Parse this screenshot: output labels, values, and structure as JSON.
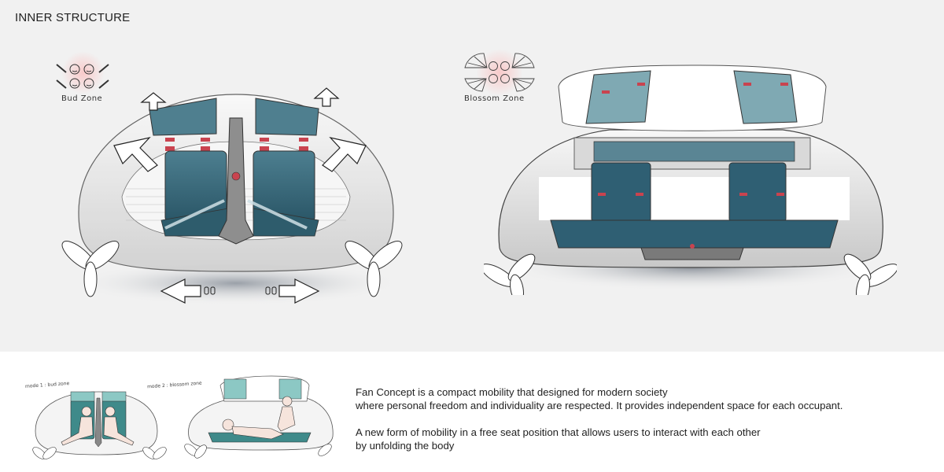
{
  "header": {
    "title": "INNER STRUCTURE"
  },
  "zones": [
    {
      "id": "bud",
      "label": "Bud Zone",
      "icon": "four-faces-with-fans-closed-icon"
    },
    {
      "id": "blossom",
      "label": "Blossom Zone",
      "icon": "four-faces-with-fans-open-icon"
    }
  ],
  "sketches": {
    "main_left": {
      "name": "bud-zone-interior-sketch",
      "arrows": [
        "up-left",
        "up-right",
        "diag-left",
        "diag-right",
        "left",
        "right"
      ]
    },
    "main_right": {
      "name": "blossom-zone-interior-sketch"
    }
  },
  "thumbnails": [
    {
      "note": "mode 1 : bud zone"
    },
    {
      "note": "mode 2 : blossom zone"
    }
  ],
  "description": {
    "paragraph1_line1": "Fan Concept is a compact mobility that designed for modern society",
    "paragraph1_line2": "where personal freedom and individuality are respected. It provides independent space for each occupant.",
    "paragraph2_line1": "A new form of mobility in a free seat position that allows users to interact with each other",
    "paragraph2_line2": "by unfolding the body"
  },
  "colors": {
    "panel_bg": "#f1f1f1",
    "seat_teal": "#2f5f73",
    "seat_light": "#7fa9b3",
    "accent_red": "#c9434f",
    "glass_gray": "#d8d8d8",
    "outline": "#3a3a3a"
  }
}
